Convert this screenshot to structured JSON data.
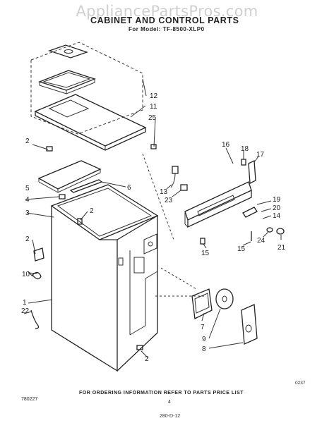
{
  "watermark": "AppliancePartsPros.com",
  "diagram": {
    "title": "CABINET AND CONTROL PARTS",
    "model": "For Model: TF-8500-XLP0",
    "footer_note": "FOR ORDERING INFORMATION REFER TO PARTS PRICE LIST",
    "page_number": "4",
    "left_code": "780227",
    "right_code": "0237",
    "bottom_stamp": "280-D-12"
  },
  "callouts": {
    "c12": "12",
    "c11": "11",
    "c25": "25",
    "c2a": "2",
    "c2b": "2",
    "c2c": "2",
    "c2d": "2",
    "c5": "5",
    "c4": "4",
    "c3": "3",
    "c6": "6",
    "c16": "16",
    "c18": "18",
    "c17": "17",
    "c13": "13",
    "c23": "23",
    "c15a": "15",
    "c15b": "15",
    "c19": "19",
    "c20": "20",
    "c14": "14",
    "c24": "24",
    "c21": "21",
    "c10": "10",
    "c1": "1",
    "c22": "22",
    "c7": "7",
    "c9": "9",
    "c8": "8"
  }
}
